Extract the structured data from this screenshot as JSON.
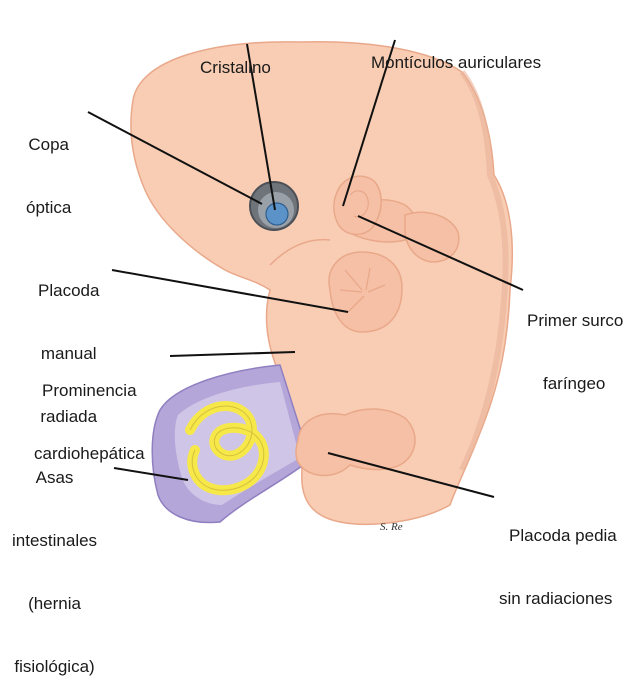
{
  "labels": {
    "cristalino": "Cristalino",
    "monticulos": "Montículos auriculares",
    "copa_1": "Copa",
    "copa_2": "óptica",
    "placoda_manual_1": "Placoda",
    "placoda_manual_2": "manual",
    "placoda_manual_3": "radiada",
    "primer_surco_1": "Primer surco",
    "primer_surco_2": "faríngeo",
    "prominencia_1": "Prominencia",
    "prominencia_2": "cardiohepática",
    "asas_1": "Asas",
    "asas_2": "intestinales",
    "asas_3": "(hernia",
    "asas_4": "fisiológica)",
    "placoda_pedia_1": "Placoda pedia",
    "placoda_pedia_2": "sin radiaciones"
  },
  "signature": "S. Re",
  "colors": {
    "skin": "#f8cdb4",
    "skin_shadow": "#f2b396",
    "outline": "#e9a88a",
    "eye_outer": "#6f747b",
    "eye_lens": "#5b93c9",
    "intestine_wall": "#b5a6d9",
    "intestine_loop": "#f7e84a",
    "leader_line": "#111111"
  }
}
